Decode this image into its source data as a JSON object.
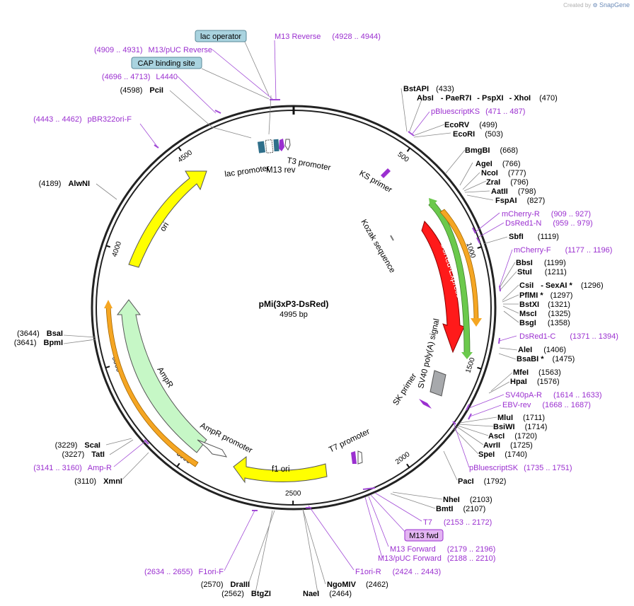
{
  "brand": {
    "prefix": "Created by",
    "name": "SnapGene"
  },
  "plasmid": {
    "name": "pMi(3xP3-DsRed)",
    "length": "4995 bp",
    "total_bp": 4995
  },
  "ticks": [
    "500",
    "1000",
    "1500",
    "2000",
    "2500",
    "3000",
    "3500",
    "4000",
    "4500"
  ],
  "boxed_labels": [
    {
      "text": "lac operator",
      "color": "#a9d3df"
    },
    {
      "text": "CAP binding site",
      "color": "#a9d3df"
    },
    {
      "text": "M13 fwd",
      "color": "#e3b5f2"
    }
  ],
  "enzymes": [
    {
      "name": "BstAPI",
      "pos": "(433)"
    },
    {
      "name": "AbsI",
      "pos": ""
    },
    {
      "name": "- PaeR7I",
      "pos": ""
    },
    {
      "name": "- PspXI",
      "pos": ""
    },
    {
      "name": "- XhoI",
      "pos": "(470)"
    },
    {
      "name": "EcoRV",
      "pos": "(499)"
    },
    {
      "name": "EcoRI",
      "pos": "(503)"
    },
    {
      "name": "BmgBI",
      "pos": "(668)"
    },
    {
      "name": "AgeI",
      "pos": "(766)"
    },
    {
      "name": "NcoI",
      "pos": "(777)"
    },
    {
      "name": "ZraI",
      "pos": "(796)"
    },
    {
      "name": "AatII",
      "pos": "(798)"
    },
    {
      "name": "FspAI",
      "pos": "(827)"
    },
    {
      "name": "SbfI",
      "pos": "(1119)"
    },
    {
      "name": "BbsI",
      "pos": "(1199)"
    },
    {
      "name": "StuI",
      "pos": "(1211)"
    },
    {
      "name": "CsiI",
      "pos": ""
    },
    {
      "name": "- SexAI *",
      "pos": "(1296)"
    },
    {
      "name": "PflMI *",
      "pos": "(1297)"
    },
    {
      "name": "BstXI",
      "pos": "(1321)"
    },
    {
      "name": "MscI",
      "pos": "(1325)"
    },
    {
      "name": "BsgI",
      "pos": "(1358)"
    },
    {
      "name": "AleI",
      "pos": "(1406)"
    },
    {
      "name": "BsaBI *",
      "pos": "(1475)"
    },
    {
      "name": "MfeI",
      "pos": "(1563)"
    },
    {
      "name": "HpaI",
      "pos": "(1576)"
    },
    {
      "name": "MluI",
      "pos": "(1711)"
    },
    {
      "name": "BsiWI",
      "pos": "(1714)"
    },
    {
      "name": "AscI",
      "pos": "(1720)"
    },
    {
      "name": "AvrII",
      "pos": "(1725)"
    },
    {
      "name": "SpeI",
      "pos": "(1740)"
    },
    {
      "name": "PacI",
      "pos": "(1792)"
    },
    {
      "name": "NheI",
      "pos": "(2103)"
    },
    {
      "name": "BmtI",
      "pos": "(2107)"
    },
    {
      "name": "NgoMIV",
      "pos": "(2462)"
    },
    {
      "name": "NaeI",
      "pos": "(2464)"
    },
    {
      "name": "BtgZI",
      "pos": "(2562)"
    },
    {
      "name": "DraIII",
      "pos": "(2570)"
    },
    {
      "name": "XmnI",
      "pos": "(3110)"
    },
    {
      "name": "TatI",
      "pos": "(3227)"
    },
    {
      "name": "ScaI",
      "pos": "(3229)"
    },
    {
      "name": "BpmI",
      "pos": "(3641)"
    },
    {
      "name": "BsaI",
      "pos": "(3644)"
    },
    {
      "name": "AlwNI",
      "pos": "(4189)"
    },
    {
      "name": "PciI",
      "pos": "(4598)"
    }
  ],
  "primers": [
    {
      "name": "M13 Reverse",
      "range": "(4928 .. 4944)"
    },
    {
      "name": "M13/pUC Reverse",
      "range": "(4909 .. 4931)"
    },
    {
      "name": "L4440",
      "range": "(4696 .. 4713)"
    },
    {
      "name": "pBR322ori-F",
      "range": "(4443 .. 4462)"
    },
    {
      "name": "pBluescriptKS",
      "range": "(471 .. 487)"
    },
    {
      "name": "mCherry-R",
      "range": "(909 .. 927)"
    },
    {
      "name": "DsRed1-N",
      "range": "(959 .. 979)"
    },
    {
      "name": "mCherry-F",
      "range": "(1177 .. 1196)"
    },
    {
      "name": "DsRed1-C",
      "range": "(1371 .. 1394)"
    },
    {
      "name": "SV40pA-R",
      "range": "(1614 .. 1633)"
    },
    {
      "name": "EBV-rev",
      "range": "(1668 .. 1687)"
    },
    {
      "name": "pBluescriptSK",
      "range": "(1735 .. 1751)"
    },
    {
      "name": "T7",
      "range": "(2153 .. 2172)"
    },
    {
      "name": "M13 Forward",
      "range": "(2179 .. 2196)"
    },
    {
      "name": "M13/pUC Forward",
      "range": "(2188 .. 2210)"
    },
    {
      "name": "F1ori-R",
      "range": "(2424 .. 2443)"
    },
    {
      "name": "F1ori-F",
      "range": "(2634 .. 2655)"
    },
    {
      "name": "Amp-R",
      "range": "(3141 .. 3160)"
    }
  ],
  "features": [
    {
      "name": "DsRed-Express",
      "color": "#ff1a1a"
    },
    {
      "name": "ori",
      "color": "#ffff00"
    },
    {
      "name": "AmpR",
      "color": "#c6f7c6"
    },
    {
      "name": "f1 ori",
      "color": "#ffff00"
    },
    {
      "name": "SV40 poly(A) signal",
      "color": "#a7a9ac"
    },
    {
      "name": "AmpR promoter",
      "color": "#ffffff"
    },
    {
      "name": "lac promoter",
      "color": ""
    },
    {
      "name": "M13 rev",
      "color": ""
    },
    {
      "name": "T3 promoter",
      "color": ""
    },
    {
      "name": "KS primer",
      "color": "#9b30d0"
    },
    {
      "name": "Kozak sequence",
      "color": "#888888"
    },
    {
      "name": "SK primer",
      "color": "#9b30d0"
    },
    {
      "name": "T7 promoter",
      "color": ""
    }
  ]
}
